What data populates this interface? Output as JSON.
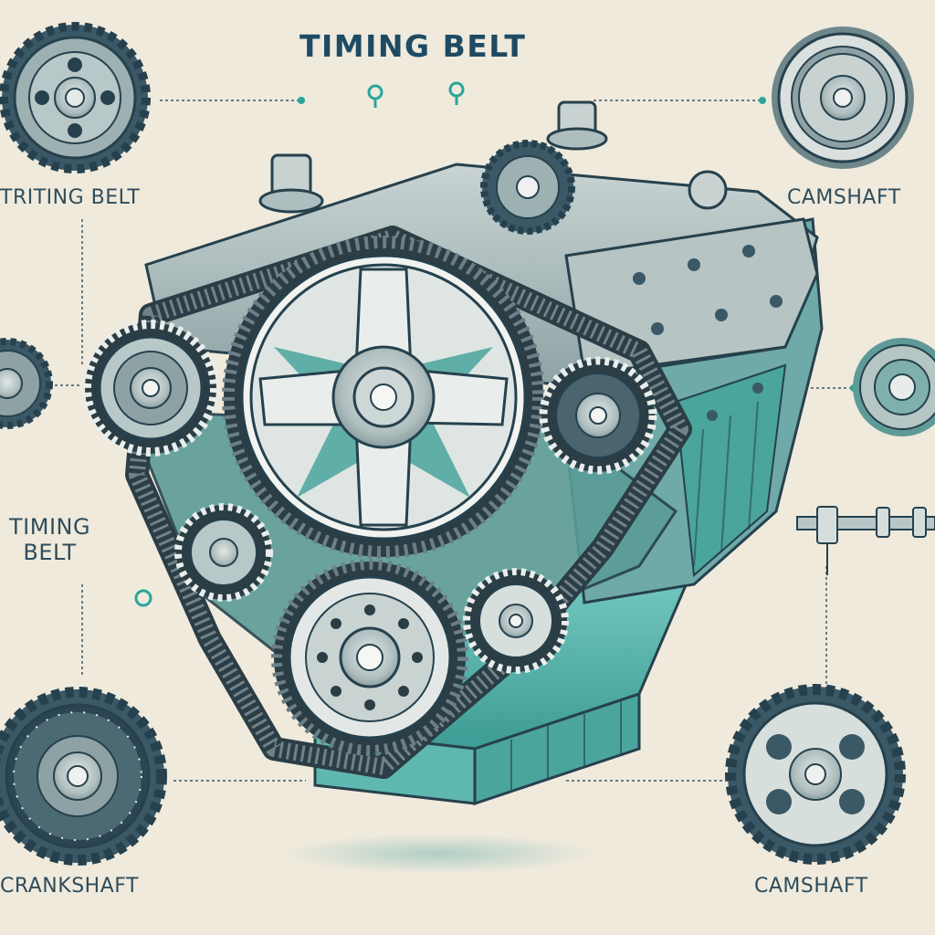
{
  "diagram": {
    "title": "TIMING BELT",
    "labels": {
      "triting_belt": "TRITING BELT",
      "camshaft_top": "CAMSHAFT",
      "timing_belt_line1": "TIMING",
      "timing_belt_line2": "BELT",
      "crankshaft": "CRANKSHAFT",
      "camshaft_bottom": "CAMSHAFT"
    }
  },
  "palette": {
    "background": "#efeadc",
    "ink": "#2f4d5c",
    "metal": "#b9c6c7",
    "teal": "#5fb8b0",
    "belt": "#3a4a52"
  }
}
